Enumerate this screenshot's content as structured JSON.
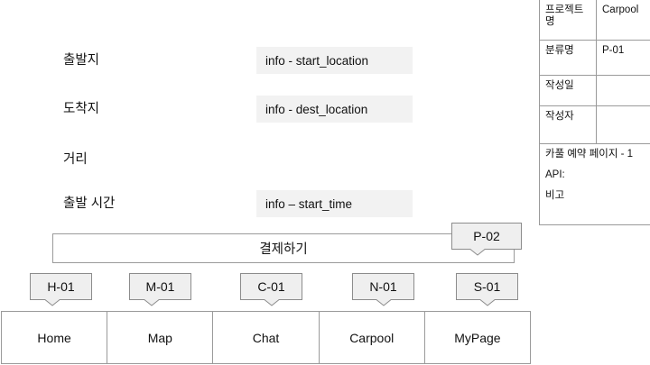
{
  "meta_table": {
    "rows": [
      {
        "key": "프로젝트명",
        "value": "Carpool"
      },
      {
        "key": "분류명",
        "value": "P-01"
      },
      {
        "key": "작성일",
        "value": ""
      },
      {
        "key": "작성자",
        "value": ""
      }
    ],
    "notes": [
      "카풀 예약 페이지 - 1",
      "API:",
      "비고"
    ]
  },
  "form": {
    "fields": [
      {
        "label": "출발지",
        "value": "info - start_location"
      },
      {
        "label": "도착지",
        "value": "info - dest_location"
      },
      {
        "label": "거리",
        "value": ""
      },
      {
        "label": "출발 시간",
        "value": "info – start_time"
      }
    ]
  },
  "pay": {
    "label": "결제하기",
    "callout": "P-02"
  },
  "navigation": {
    "items": [
      {
        "label": "Home",
        "callout": "H-01"
      },
      {
        "label": "Map",
        "callout": "M-01"
      },
      {
        "label": "Chat",
        "callout": "C-01"
      },
      {
        "label": "Carpool",
        "callout": "N-01"
      },
      {
        "label": "MyPage",
        "callout": "S-01"
      }
    ]
  },
  "colors": {
    "info_box_fill": "#f2f2f2",
    "callout_fill": "#efefef",
    "border": "#9a9a9a",
    "text": "#111111"
  }
}
